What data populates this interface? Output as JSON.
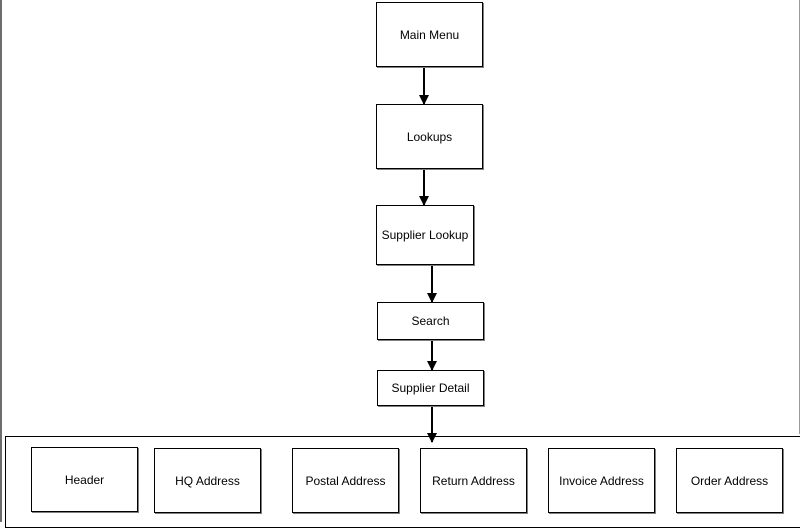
{
  "flow": {
    "main_menu": "Main Menu",
    "lookups": "Lookups",
    "supplier_lookup": "Supplier Lookup",
    "search": "Search",
    "supplier_detail": "Supplier Detail"
  },
  "sections": [
    "Header",
    "HQ Address",
    "Postal Address",
    "Return Address",
    "Invoice Address",
    "Order Address"
  ]
}
